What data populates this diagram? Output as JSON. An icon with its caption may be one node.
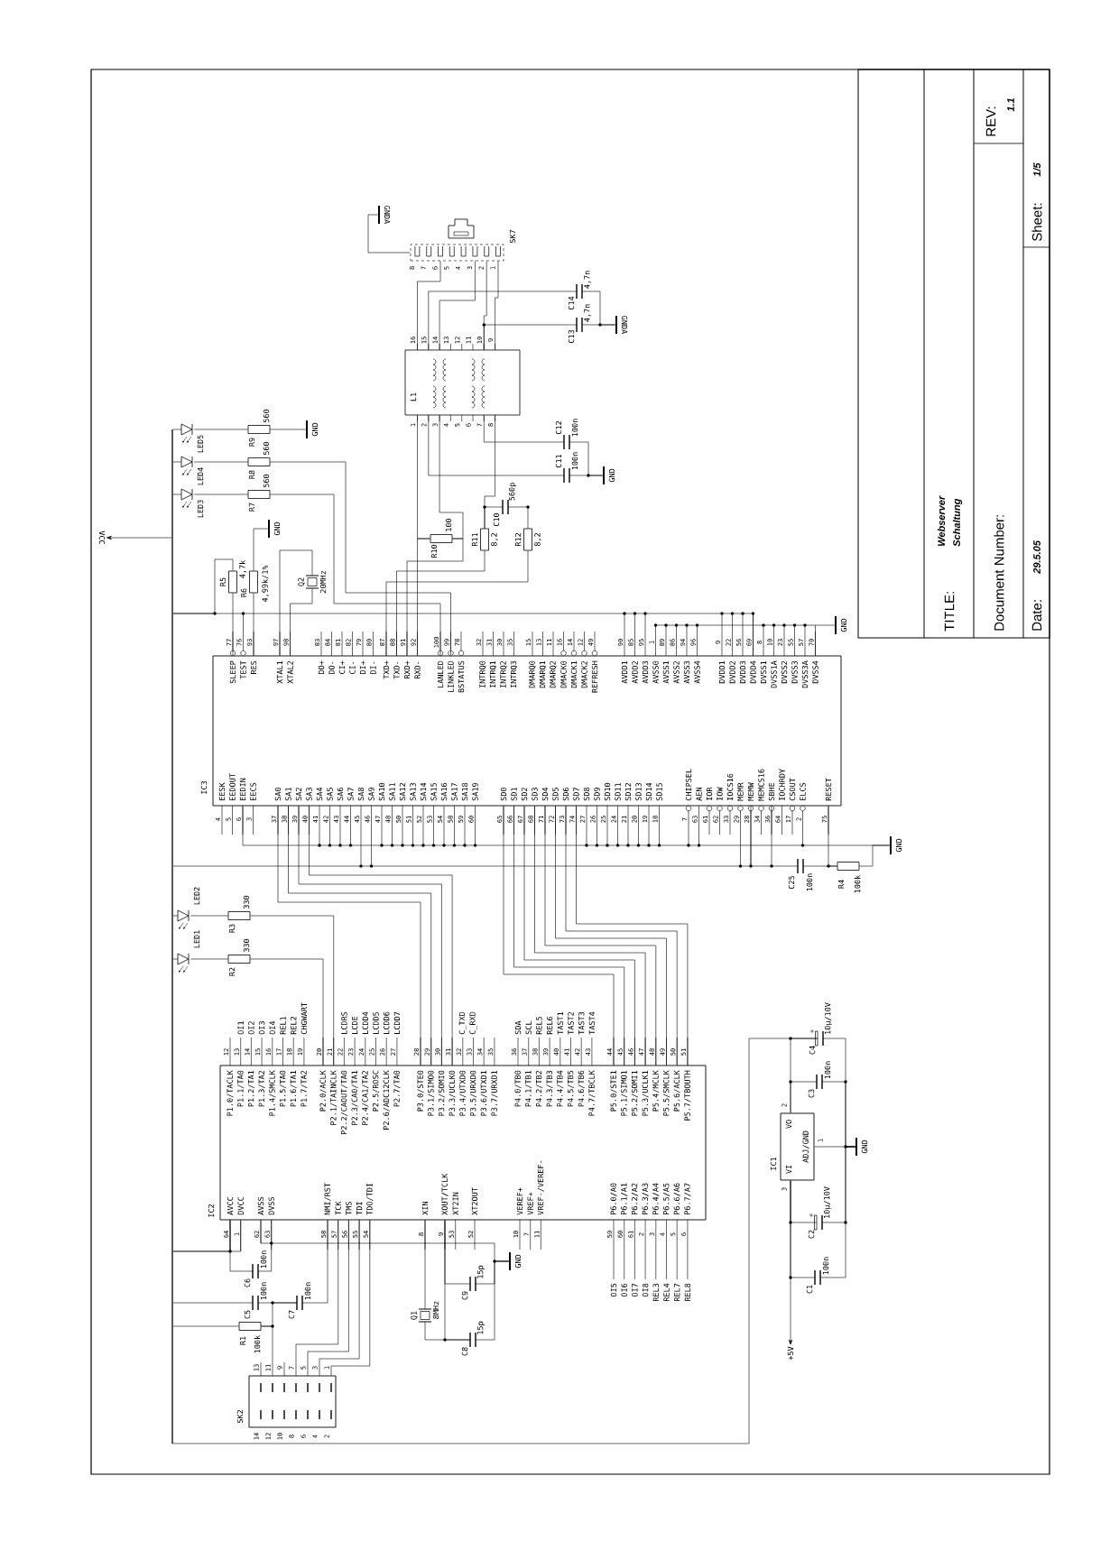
{
  "diagram": {
    "nodes": [
      {
        "text": [
          "IC3",
          "SLEEP",
          "TEST",
          "RES",
          "XTAL1",
          "XTAL2",
          "DO+",
          "DO-",
          "CI+",
          "CI-",
          "DI+",
          "DI-",
          "TXD+",
          "TXD-",
          "RXD+",
          "RXD-",
          "LANLED",
          "LINKLED",
          "BSTATUS",
          "INTRQ0",
          "INTRQ1",
          "INTRQ2",
          "INTRQ3",
          "DMARQ0",
          "DMARQ1",
          "DMARQ2",
          "DMACK0",
          "DMACK1",
          "DMACK2",
          "REFRESH",
          "AVDD1",
          "AVDD2",
          "AVDD3",
          "AVSS0",
          "AVSS1",
          "AVSS2",
          "AVSS3",
          "AVSS4",
          "DVDD1",
          "DVDD2",
          "DVDD3",
          "DVDD4",
          "DVSS1",
          "DVSS1A",
          "DVSS2",
          "DVSS3",
          "DVSS3A",
          "DVSS4",
          "EESK",
          "EEDOUT",
          "EEDIN",
          "EECS",
          "SA0",
          "SA1",
          "SA2",
          "SA3",
          "SA4",
          "SA5",
          "SA6",
          "SA7",
          "SA8",
          "SA9",
          "SA10",
          "SA11",
          "SA12",
          "SA13",
          "SA14",
          "SA15",
          "SA16",
          "SA17",
          "SA18",
          "SA19",
          "SD0",
          "SD1",
          "SD2",
          "SD3",
          "SD4",
          "SD5",
          "SD6",
          "SD7",
          "SD8",
          "SD9",
          "SD10",
          "SD11",
          "SD12",
          "SD13",
          "SD14",
          "SD15",
          "CHIPSEL",
          "AEN",
          "IOR",
          "IOW",
          "IOCS16",
          "MEMR",
          "MEMW",
          "MEMCS16",
          "SBHE",
          "IOCHRDY",
          "CSOUT",
          "ELCS",
          "RESET"
        ],
        "beside": [
          "77",
          "76",
          "93",
          "97",
          "98",
          "83",
          "84",
          "81",
          "82",
          "79",
          "80",
          "87",
          "88",
          "91",
          "92",
          "100",
          "99",
          "78",
          "32",
          "31",
          "30",
          "35",
          "15",
          "13",
          "11",
          "16",
          "14",
          "12",
          "49",
          "90",
          "85",
          "95",
          "1",
          "89",
          "86",
          "94",
          "96",
          "9",
          "22",
          "56",
          "69",
          "8",
          "10",
          "23",
          "55",
          "57",
          "70",
          "4",
          "5",
          "6",
          "3",
          "37",
          "38",
          "39",
          "40",
          "41",
          "42",
          "43",
          "44",
          "45",
          "46",
          "47",
          "48",
          "50",
          "51",
          "52",
          "53",
          "54",
          "58",
          "59",
          "60",
          "65",
          "66",
          "67",
          "68",
          "71",
          "72",
          "73",
          "74",
          "27",
          "26",
          "25",
          "24",
          "21",
          "20",
          "19",
          "18",
          "7",
          "63",
          "61",
          "62",
          "33",
          "29",
          "28",
          "34",
          "36",
          "64",
          "17",
          "2",
          "75"
        ]
      },
      {
        "text": [
          "IC2",
          "P1.0/TACLK",
          "P1.1/TA0",
          "P1.2/TA1",
          "P1.3/TA2",
          "P1.4/SMCLK",
          "P1.5/TA0",
          "P1.6/TA1",
          "P1.7/TA2",
          "P2.0/ACLK",
          "P2.1/TAINCLK",
          "P2.2/CAOUT/TA0",
          "P2.3/CA0/TA1",
          "P2.4/CA1/TA2",
          "P2.5/ROSC",
          "P2.6/ADC12CLK",
          "P2.7/TA0",
          "P3.0/STE0",
          "P3.1/SIMO0",
          "P3.2/SOMI0",
          "P3.3/UCLK0",
          "P3.4/UTXD0",
          "P3.5/URXD0",
          "P3.6/UTXD1",
          "P3.7/URXD1",
          "P4.0/TB0",
          "P4.1/TB1",
          "P4.2/TB2",
          "P4.3/TB3",
          "P4.4/TB4",
          "P4.5/TB5",
          "P4.6/TB6",
          "P4.7/TBCLK",
          "P5.0/STE1",
          "P5.1/SIMO1",
          "P5.2/SOMI1",
          "P5.3/UCLK1",
          "P5.4/MCLK",
          "P5.5/SMCLK",
          "P5.6/ACLK",
          "P5.7/TBOUTH",
          "AVCC",
          "DVCC",
          "AVSS",
          "DVSS",
          "NMI/RST",
          "TCK",
          "TMS",
          "TDI",
          "TDO/TDI",
          "XIN",
          "XOUT/TCLK",
          "XT2IN",
          "XT2OUT",
          "VEREF+",
          "VREF+",
          "VREF-/VEREF-",
          "P6.0/A0",
          "P6.1/A1",
          "P6.2/A2",
          "P6.3/A3",
          "P6.4/A4",
          "P6.5/A5",
          "P6.6/A6",
          "P6.7/A7"
        ],
        "beside": [
          "12",
          "13",
          "14",
          "15",
          "16",
          "17",
          "18",
          "19",
          "20",
          "21",
          "22",
          "23",
          "24",
          "25",
          "26",
          "27",
          "28",
          "29",
          "30",
          "31",
          "32",
          "33",
          "34",
          "35",
          "36",
          "37",
          "38",
          "39",
          "40",
          "41",
          "42",
          "43",
          "44",
          "45",
          "46",
          "47",
          "48",
          "49",
          "50",
          "51",
          "64",
          "1",
          "62",
          "63",
          "58",
          "57",
          "56",
          "55",
          "54",
          "8",
          "9",
          "53",
          "52",
          "10",
          "7",
          "11",
          "59",
          "60",
          "61",
          "2",
          "3",
          "4",
          "5",
          "6"
        ]
      },
      {
        "text": [
          "IC1",
          "VI",
          "VO",
          "ADJ/GND"
        ],
        "beside": [
          "3",
          "2",
          "1"
        ]
      },
      {
        "text": [
          "SK2"
        ],
        "beside": [
          "13",
          "11",
          "9",
          "7",
          "5",
          "3",
          "1",
          "14",
          "12",
          "10",
          "8",
          "6",
          "4",
          "2"
        ]
      },
      {
        "text": [
          "SK7"
        ],
        "beside": [
          "8",
          "7",
          "6",
          "5",
          "4",
          "3",
          "2",
          "1"
        ]
      },
      {
        "text": [
          "L1"
        ],
        "beside": [
          "16",
          "15",
          "14",
          "13",
          "12",
          "11",
          "10",
          "9",
          "1",
          "2",
          "3",
          "4",
          "5",
          "6",
          "7",
          "8"
        ]
      },
      {
        "text": [
          "R1",
          "100k"
        ]
      },
      {
        "text": [
          "R2",
          "330"
        ]
      },
      {
        "text": [
          "R3",
          "330"
        ]
      },
      {
        "text": [
          "R4",
          "100k"
        ]
      },
      {
        "text": [
          "R5",
          "4,7k"
        ]
      },
      {
        "text": [
          "R6",
          "4,99k/1%"
        ]
      },
      {
        "text": [
          "R7",
          "560"
        ]
      },
      {
        "text": [
          "R8",
          "560"
        ]
      },
      {
        "text": [
          "R9",
          "560"
        ]
      },
      {
        "text": [
          "R10",
          "100"
        ]
      },
      {
        "text": [
          "R11",
          "8,2"
        ]
      },
      {
        "text": [
          "R12",
          "8,2"
        ]
      },
      {
        "text": [
          "C1",
          "100n"
        ]
      },
      {
        "text": [
          "C2",
          "10µ/10V"
        ]
      },
      {
        "text": [
          "C3",
          "100n"
        ]
      },
      {
        "text": [
          "C4",
          "10µ/10V"
        ]
      },
      {
        "text": [
          "C5",
          "100n"
        ]
      },
      {
        "text": [
          "C6",
          "100n"
        ]
      },
      {
        "text": [
          "C7",
          "100n"
        ]
      },
      {
        "text": [
          "C8",
          "15p"
        ]
      },
      {
        "text": [
          "C9",
          "15p"
        ]
      },
      {
        "text": [
          "C10",
          "560p"
        ]
      },
      {
        "text": [
          "C11",
          "100n"
        ]
      },
      {
        "text": [
          "C12",
          "100n"
        ]
      },
      {
        "text": [
          "C13",
          "4,7n"
        ]
      },
      {
        "text": [
          "C14",
          "4,7n"
        ]
      },
      {
        "text": [
          "C25",
          "100n"
        ]
      },
      {
        "text": [
          "Q1",
          "8MHz"
        ]
      },
      {
        "text": [
          "Q2",
          "20MHz"
        ]
      },
      {
        "text": [
          "LED1"
        ]
      },
      {
        "text": [
          "LED2"
        ]
      },
      {
        "text": [
          "LED3"
        ]
      },
      {
        "text": [
          "LED4"
        ]
      },
      {
        "text": [
          "LED5"
        ]
      },
      {
        "text": [
          "GND"
        ]
      },
      {
        "text": [
          "GND"
        ]
      },
      {
        "text": [
          "GNDA"
        ]
      },
      {
        "text": [
          "GNDA"
        ]
      },
      {
        "text": [
          "GND"
        ]
      },
      {
        "text": [
          "GND"
        ]
      },
      {
        "text": [
          "GND"
        ]
      },
      {
        "text": [
          "GND"
        ]
      },
      {
        "text": [
          "GND"
        ]
      },
      {
        "text": [
          "VCC"
        ]
      },
      {
        "text": [
          "+5V"
        ]
      },
      {
        "text": [],
        "shape": "bar"
      }
    ],
    "edges": [
      {
        "from": 51,
        "to": 49,
        "arrow": "to"
      },
      {
        "from": 39,
        "to": 14,
        "arrow": "none"
      },
      {
        "from": 38,
        "to": 13,
        "arrow": "none"
      },
      {
        "from": 37,
        "to": 12,
        "arrow": "none"
      },
      {
        "from": 14,
        "to": 40,
        "arrow": "none"
      },
      {
        "from": 12,
        "to": 0,
        "arrow": "none"
      },
      {
        "from": 13,
        "to": 0,
        "arrow": "none"
      },
      {
        "from": 10,
        "to": 0,
        "arrow": "none"
      },
      {
        "from": 11,
        "to": 0,
        "arrow": "none"
      },
      {
        "from": 11,
        "to": 41,
        "arrow": "none"
      },
      {
        "from": 34,
        "to": 0,
        "arrow": "none"
      },
      {
        "from": 34,
        "to": 0,
        "arrow": "none"
      },
      {
        "from": 15,
        "to": 0,
        "arrow": "none"
      },
      {
        "from": 15,
        "to": 0,
        "arrow": "none"
      },
      {
        "from": 16,
        "to": 0,
        "arrow": "none"
      },
      {
        "from": 17,
        "to": 0,
        "arrow": "none"
      },
      {
        "from": 5,
        "to": 15,
        "arrow": "none"
      },
      {
        "from": 5,
        "to": 15,
        "arrow": "none"
      },
      {
        "from": 5,
        "to": 28,
        "arrow": "none"
      },
      {
        "from": 5,
        "to": 29,
        "arrow": "none"
      },
      {
        "from": 5,
        "to": 16,
        "arrow": "none"
      },
      {
        "from": 27,
        "to": 16,
        "arrow": "none"
      },
      {
        "from": 27,
        "to": 17,
        "arrow": "none"
      },
      {
        "from": 28,
        "to": 44,
        "arrow": "none"
      },
      {
        "from": 29,
        "to": 44,
        "arrow": "none"
      },
      {
        "from": 4,
        "to": 5,
        "arrow": "none"
      },
      {
        "from": 4,
        "to": 5,
        "arrow": "none"
      },
      {
        "from": 4,
        "to": 5,
        "arrow": "none"
      },
      {
        "from": 4,
        "to": 5,
        "arrow": "none"
      },
      {
        "from": 5,
        "to": 31,
        "arrow": "none"
      },
      {
        "from": 5,
        "to": 30,
        "arrow": "none"
      },
      {
        "from": 30,
        "to": 43,
        "arrow": "none"
      },
      {
        "from": 31,
        "to": 43,
        "arrow": "none"
      },
      {
        "from": 4,
        "to": 42,
        "arrow": "none"
      },
      {
        "from": 0,
        "to": 45,
        "arrow": "none"
      },
      {
        "from": 0,
        "to": 9,
        "arrow": "none"
      },
      {
        "from": 32,
        "to": 9,
        "arrow": "none"
      },
      {
        "from": 9,
        "to": 46,
        "arrow": "none"
      },
      {
        "from": 0,
        "to": 46,
        "arrow": "none"
      },
      {
        "from": 32,
        "to": 0,
        "arrow": "none"
      },
      {
        "from": 0,
        "to": 1,
        "arrow": "none"
      },
      {
        "from": 0,
        "to": 1,
        "arrow": "none"
      },
      {
        "from": 0,
        "to": 1,
        "arrow": "none"
      },
      {
        "from": 0,
        "to": 1,
        "arrow": "none"
      },
      {
        "from": 0,
        "to": 1,
        "arrow": "none"
      },
      {
        "from": 0,
        "to": 1,
        "arrow": "none"
      },
      {
        "from": 0,
        "to": 1,
        "arrow": "none"
      },
      {
        "from": 0,
        "to": 1,
        "arrow": "none"
      },
      {
        "from": 0,
        "to": 1,
        "arrow": "none"
      },
      {
        "from": 0,
        "to": 1,
        "arrow": "none"
      },
      {
        "from": 0,
        "to": 1,
        "arrow": "none"
      },
      {
        "from": 0,
        "to": 1,
        "arrow": "none"
      },
      {
        "from": 35,
        "to": 7,
        "arrow": "none"
      },
      {
        "from": 36,
        "to": 8,
        "arrow": "none"
      },
      {
        "from": 7,
        "to": 1,
        "arrow": "none"
      },
      {
        "from": 8,
        "to": 1,
        "arrow": "none"
      },
      {
        "from": 1,
        "to": 33,
        "arrow": "none"
      },
      {
        "from": 33,
        "to": 25,
        "arrow": "none"
      },
      {
        "from": 1,
        "to": 26,
        "arrow": "none"
      },
      {
        "from": 26,
        "to": 47,
        "arrow": "none"
      },
      {
        "from": 25,
        "to": 47,
        "arrow": "none"
      },
      {
        "from": 1,
        "to": 47,
        "arrow": "none"
      },
      {
        "from": 23,
        "to": 1,
        "arrow": "none"
      },
      {
        "from": 23,
        "to": 1,
        "arrow": "none"
      },
      {
        "from": 6,
        "to": 24,
        "arrow": "none"
      },
      {
        "from": 22,
        "to": 24,
        "arrow": "none"
      },
      {
        "from": 24,
        "to": 1,
        "arrow": "none"
      },
      {
        "from": 3,
        "to": 6,
        "arrow": "none"
      },
      {
        "from": 3,
        "to": 1,
        "arrow": "none"
      },
      {
        "from": 3,
        "to": 1,
        "arrow": "none"
      },
      {
        "from": 3,
        "to": 1,
        "arrow": "none"
      },
      {
        "from": 3,
        "to": 1,
        "arrow": "none"
      },
      {
        "from": 2,
        "to": 21,
        "arrow": "none"
      },
      {
        "from": 2,
        "to": 20,
        "arrow": "none"
      },
      {
        "from": 2,
        "to": 19,
        "arrow": "none"
      },
      {
        "from": 2,
        "to": 18,
        "arrow": "none"
      },
      {
        "from": 2,
        "to": 50,
        "arrow": "to"
      },
      {
        "from": 2,
        "to": 48,
        "arrow": "none"
      },
      {
        "from": 21,
        "to": 48,
        "arrow": "none"
      },
      {
        "from": 20,
        "to": 48,
        "arrow": "none"
      },
      {
        "from": 19,
        "to": 48,
        "arrow": "none"
      },
      {
        "from": 18,
        "to": 48,
        "arrow": "none"
      },
      {
        "from": 39,
        "to": 51,
        "arrow": "none"
      },
      {
        "from": 38,
        "to": 51,
        "arrow": "none"
      },
      {
        "from": 37,
        "to": 51,
        "arrow": "none"
      },
      {
        "from": 36,
        "to": 51,
        "arrow": "none"
      },
      {
        "from": 35,
        "to": 51,
        "arrow": "none"
      },
      {
        "from": 10,
        "to": 51,
        "arrow": "none"
      },
      {
        "from": 51,
        "to": 0,
        "arrow": "none"
      },
      {
        "from": 51,
        "to": 0,
        "arrow": "none"
      },
      {
        "from": 51,
        "to": 1,
        "arrow": "none"
      },
      {
        "from": 51,
        "to": 1,
        "arrow": "none"
      },
      {
        "from": 22,
        "to": 51,
        "arrow": "none"
      },
      {
        "from": 6,
        "to": 51,
        "arrow": "none"
      },
      {
        "from": 51,
        "to": 21,
        "arrow": "none"
      },
      {
        "from": 1,
        "to": 25,
        "arrow": "none"
      }
    ],
    "labels": [
      "OI1",
      "OI2",
      "OI3",
      "OI4",
      "REL1",
      "REL2",
      "CHGWART",
      "LCDRS",
      "LCDE",
      "LCDD4",
      "LCDD5",
      "LCDD6",
      "LCDD7",
      "C_TXD",
      "C_RXD",
      "SDA",
      "SCL",
      "REL5",
      "REL6",
      "TAST1",
      "TAST2",
      "TAST3",
      "TAST4",
      "OI5",
      "OI6",
      "OI7",
      "OI8",
      "REL3",
      "REL4",
      "REL7",
      "REL8",
      "TITLE:",
      "Webserver",
      "Schaltung",
      "Document Number:",
      "REV:",
      "1.1",
      "Date:",
      "29.5.05",
      "Sheet:",
      "1/5"
    ]
  }
}
